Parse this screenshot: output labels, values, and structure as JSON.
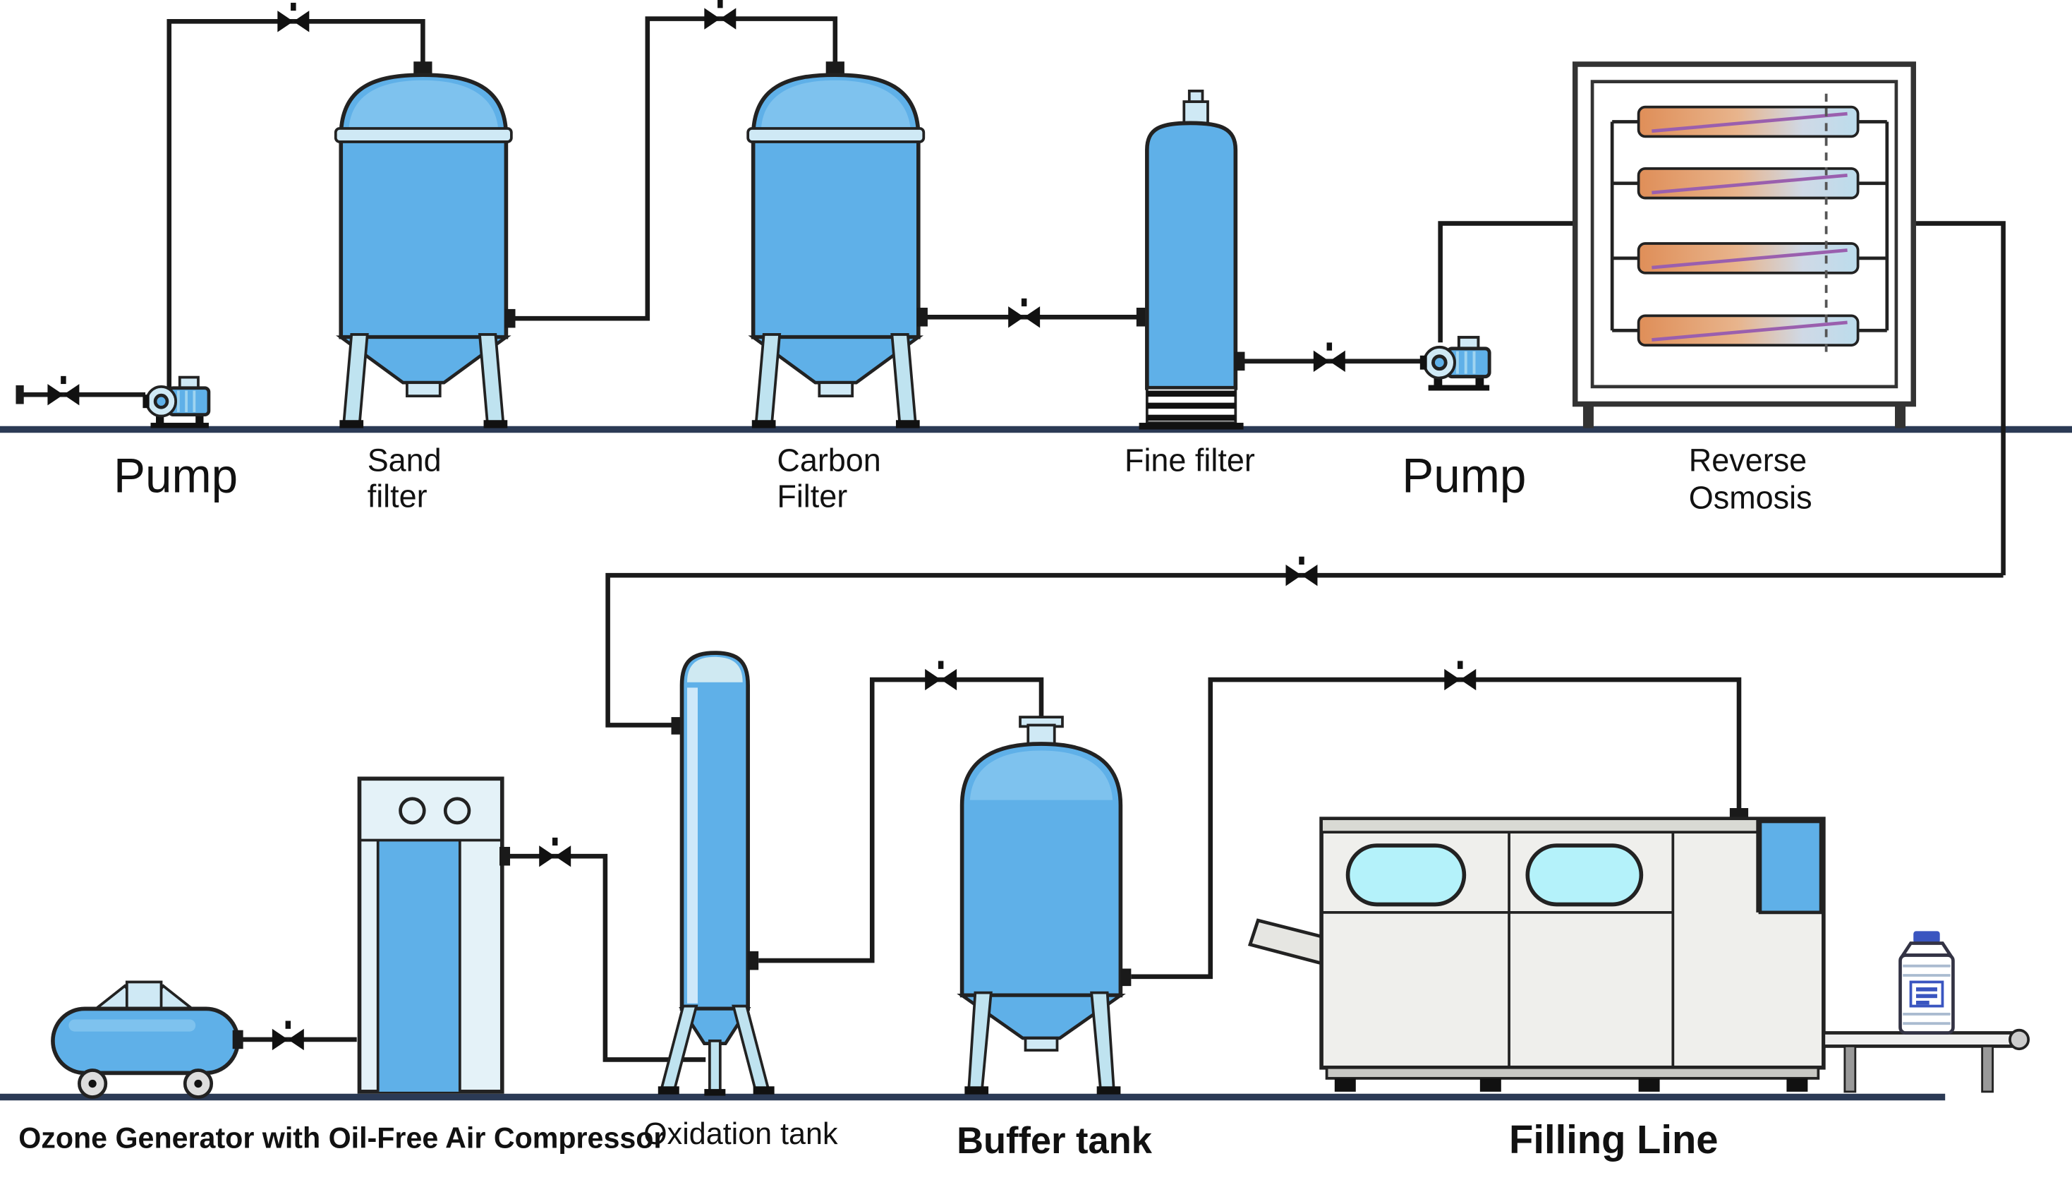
{
  "colors": {
    "tank-blue": "#5fb0e8",
    "tank-blue-light": "#7ec2ee",
    "pale-blue": "#cfe9f5",
    "leg-blue": "#bfe3f0",
    "window-cyan": "#b4f2fa",
    "machine-gray": "#efefec",
    "cabinet-light": "#e4f2f8",
    "membrane-line": "#9a5fae",
    "pipe": "#1a1a1a",
    "ground": "#2b3a55",
    "label": "#111111",
    "bottle-blue": "#3a55c0"
  },
  "equipment": {
    "pump1": {
      "label": "Pump"
    },
    "sand_filter": {
      "label_line1": "Sand",
      "label_line2": "filter"
    },
    "carbon_filter": {
      "label_line1": "Carbon",
      "label_line2": "Filter"
    },
    "fine_filter": {
      "label": "Fine filter"
    },
    "pump2": {
      "label": "Pump"
    },
    "reverse_osmosis": {
      "label_line1": "Reverse",
      "label_line2": "Osmosis"
    },
    "ozone_generator": {
      "label": "Ozone Generator with Oil-Free Air Compressor"
    },
    "oxidation_tank": {
      "label": "Oxidation tank"
    },
    "buffer_tank": {
      "label": "Buffer tank"
    },
    "filling_line": {
      "label": "Filling Line"
    }
  }
}
